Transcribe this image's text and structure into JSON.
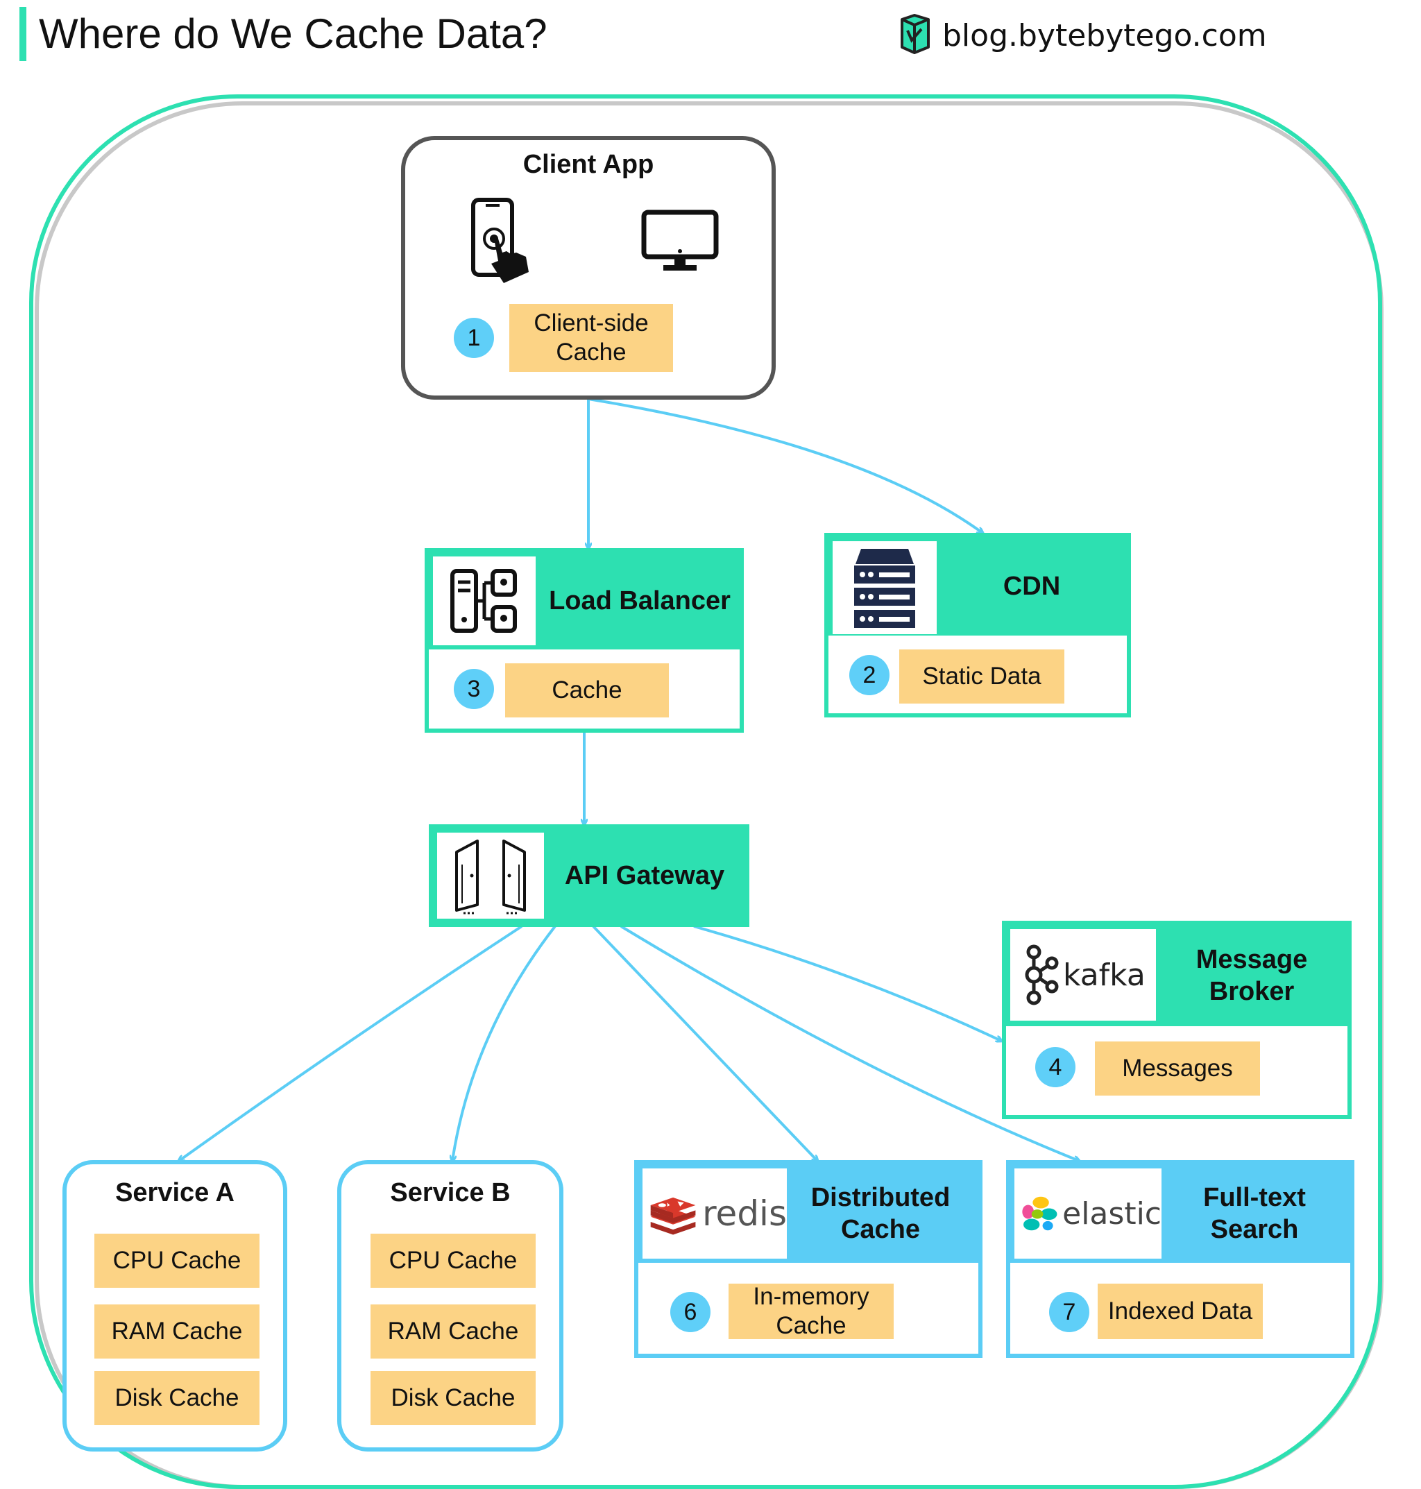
{
  "header": {
    "title": "Where do We Cache Data?",
    "brand": "blog.bytebytego.com"
  },
  "client_app": {
    "title": "Client App",
    "cache": {
      "number": "1",
      "label": "Client-side Cache"
    }
  },
  "load_balancer": {
    "title": "Load Balancer",
    "cache": {
      "number": "3",
      "label": "Cache"
    }
  },
  "cdn": {
    "title": "CDN",
    "cache": {
      "number": "2",
      "label": "Static Data"
    }
  },
  "api_gateway": {
    "title": "API Gateway"
  },
  "message_broker": {
    "logo_text": "kafka",
    "title": "Message Broker",
    "cache": {
      "number": "4",
      "label": "Messages"
    }
  },
  "service_a": {
    "title": "Service A",
    "caches": [
      "CPU Cache",
      "RAM Cache",
      "Disk Cache"
    ]
  },
  "service_b": {
    "title": "Service B",
    "caches": [
      "CPU Cache",
      "RAM Cache",
      "Disk Cache"
    ]
  },
  "distributed_cache": {
    "logo_text": "redis",
    "title": "Distributed Cache",
    "cache": {
      "number": "6",
      "label": "In-memory Cache"
    }
  },
  "fulltext_search": {
    "logo_text": "elastic",
    "title": "Full-text Search",
    "cache": {
      "number": "7",
      "label": "Indexed Data"
    }
  },
  "colors": {
    "accent_green": "#2de0b1",
    "accent_blue": "#5bcdf5",
    "cache_yellow": "#fcd385",
    "badge_blue": "#5fcff8",
    "arrow_blue": "#5bcdf5"
  }
}
